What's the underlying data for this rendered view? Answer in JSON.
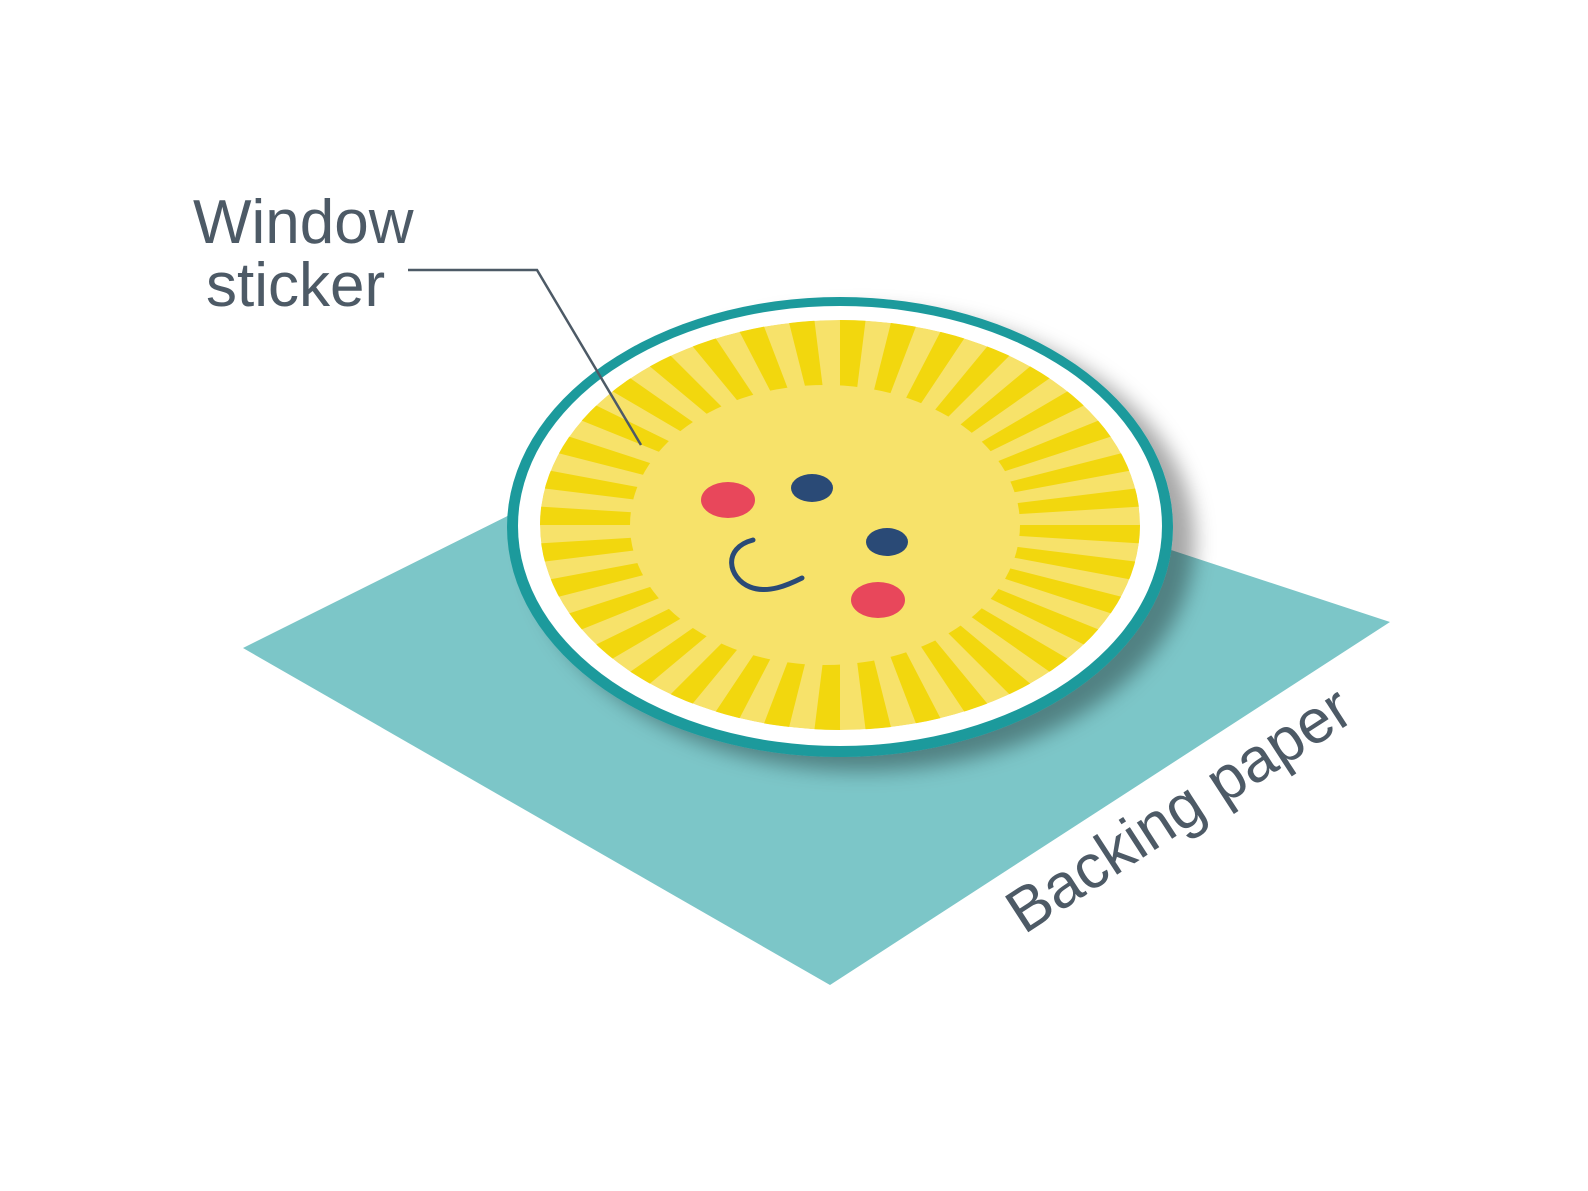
{
  "labels": {
    "sticker_line1": "Window",
    "sticker_line2": "sticker",
    "backing": "Backing paper"
  },
  "colors": {
    "backing_paper": "#7cc6c8",
    "sticker_rim": "#1b9a9c",
    "sticker_border": "#ffffff",
    "sun_ray_dark": "#f2d70e",
    "sun_ray_light": "#f7e26a",
    "sun_face": "#f7e26a",
    "cheek": "#e8475b",
    "eye": "#2a4a76",
    "text": "#4d5a66",
    "leader_line": "#4d5a66"
  },
  "icons": {
    "sticker": "smiling-sun-icon"
  }
}
